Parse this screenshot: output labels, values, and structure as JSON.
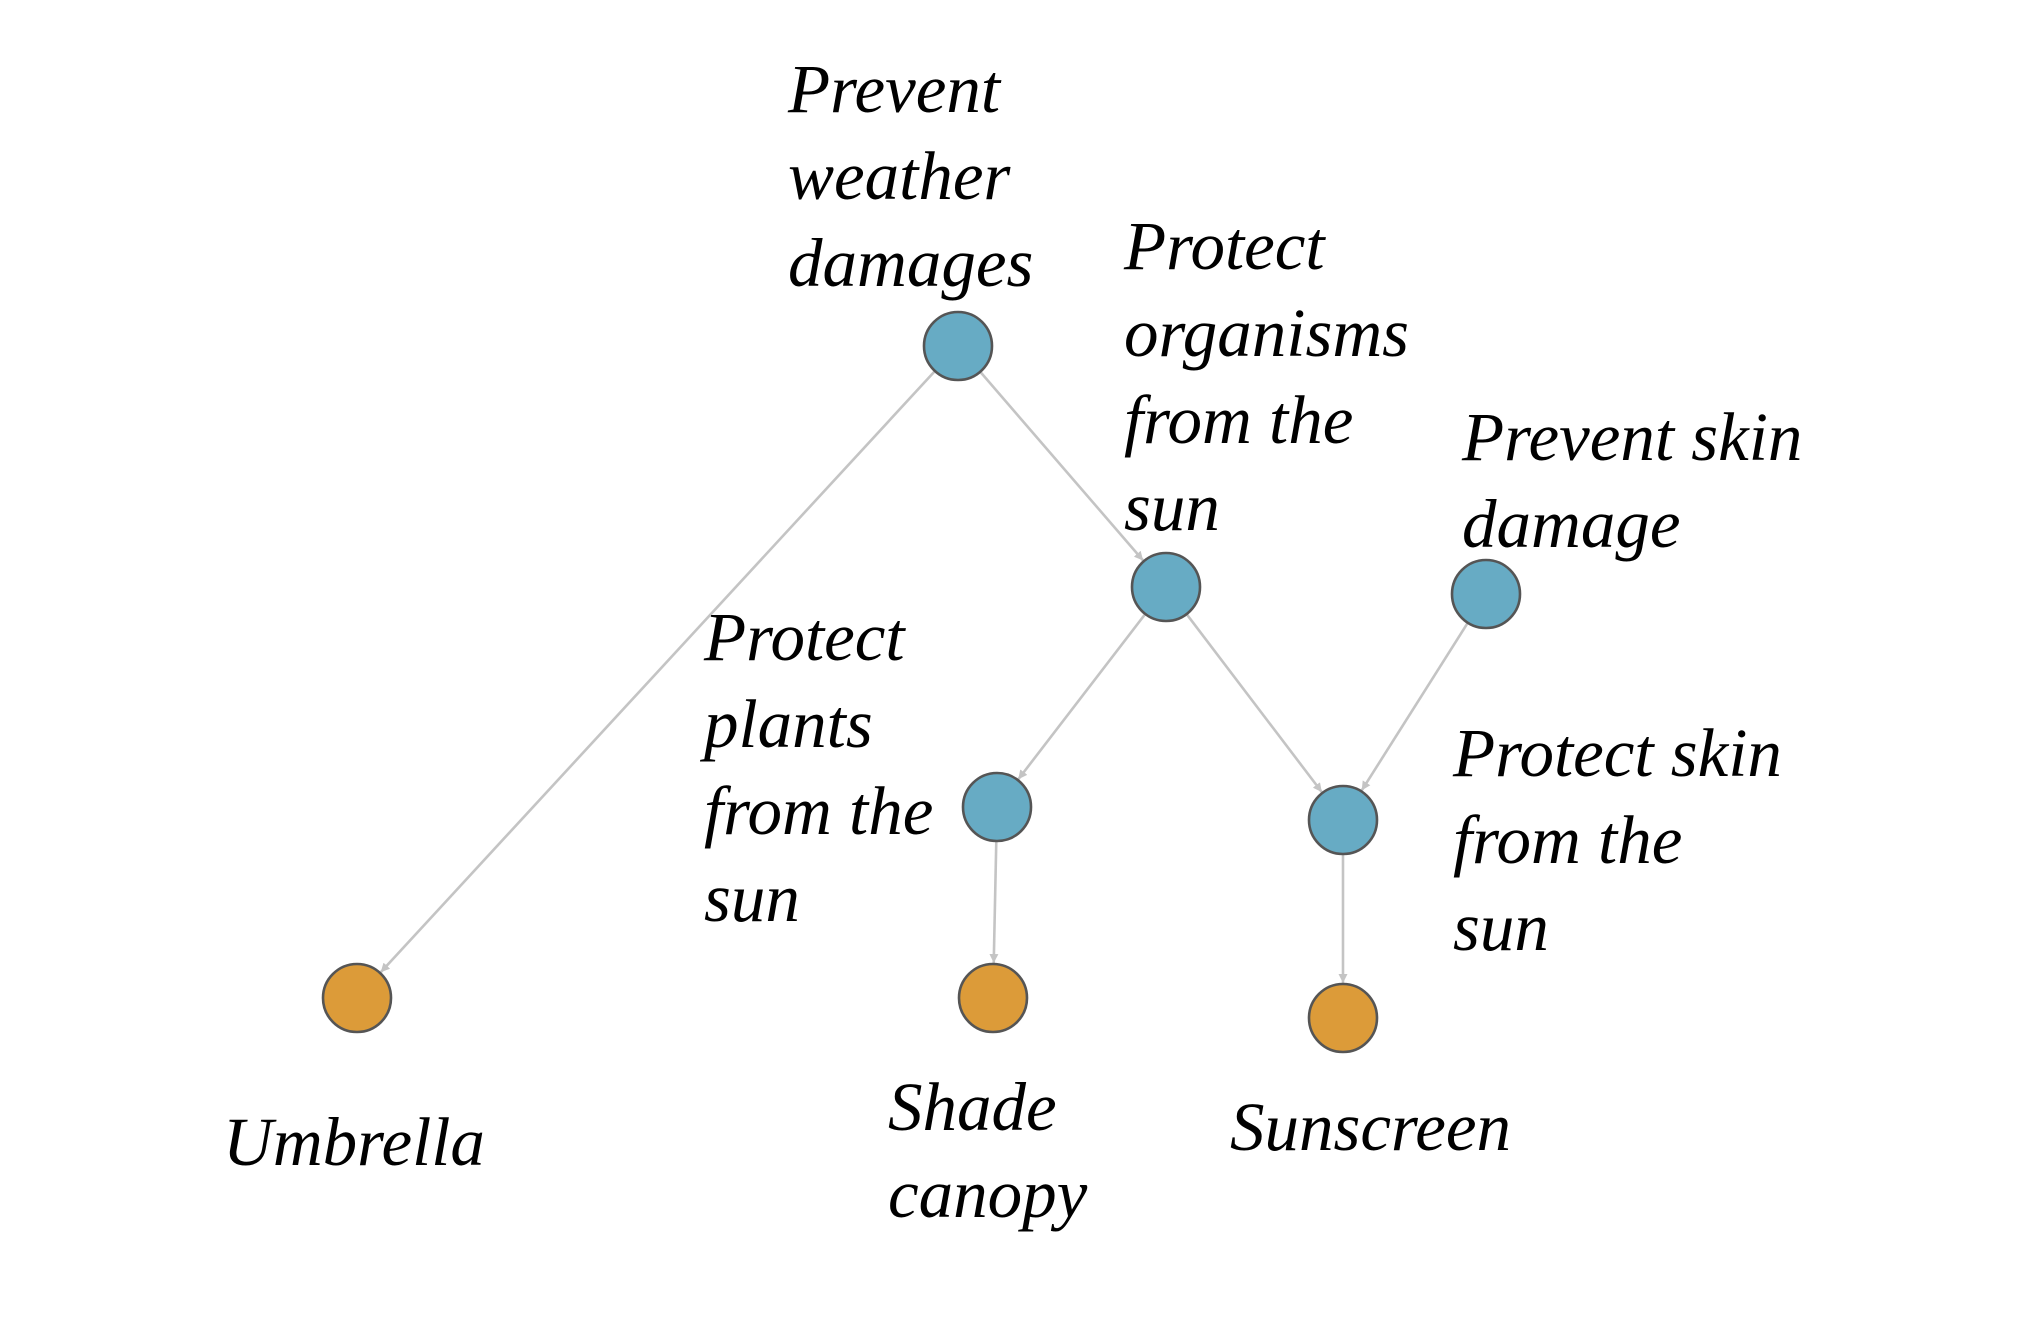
{
  "colors": {
    "goal_node": "#67abc4",
    "artifact_node": "#dc9b39",
    "edge": "#c4c4c4",
    "node_stroke": "#555555"
  },
  "nodes": [
    {
      "id": "prevent-weather-damages",
      "kind": "goal",
      "label": [
        "Prevent",
        "weather",
        "damages"
      ]
    },
    {
      "id": "protect-organisms-from-the-sun",
      "kind": "goal",
      "label": [
        "Protect",
        "organisms",
        "from the",
        "sun"
      ]
    },
    {
      "id": "prevent-skin-damage",
      "kind": "goal",
      "label": [
        "Prevent skin",
        "damage"
      ]
    },
    {
      "id": "protect-plants-from-the-sun",
      "kind": "goal",
      "label": [
        "Protect",
        "plants",
        "from the",
        "sun"
      ]
    },
    {
      "id": "protect-skin-from-the-sun",
      "kind": "goal",
      "label": [
        "Protect skin",
        "from the",
        "sun"
      ]
    },
    {
      "id": "umbrella",
      "kind": "artifact",
      "label": [
        "Umbrella"
      ]
    },
    {
      "id": "shade-canopy",
      "kind": "artifact",
      "label": [
        "Shade",
        "canopy"
      ]
    },
    {
      "id": "sunscreen",
      "kind": "artifact",
      "label": [
        "Sunscreen"
      ]
    }
  ],
  "edges": [
    {
      "from": "prevent-weather-damages",
      "to": "umbrella"
    },
    {
      "from": "prevent-weather-damages",
      "to": "protect-organisms-from-the-sun"
    },
    {
      "from": "protect-organisms-from-the-sun",
      "to": "protect-plants-from-the-sun"
    },
    {
      "from": "protect-organisms-from-the-sun",
      "to": "protect-skin-from-the-sun"
    },
    {
      "from": "prevent-skin-damage",
      "to": "protect-skin-from-the-sun"
    },
    {
      "from": "protect-plants-from-the-sun",
      "to": "shade-canopy"
    },
    {
      "from": "protect-skin-from-the-sun",
      "to": "sunscreen"
    }
  ]
}
